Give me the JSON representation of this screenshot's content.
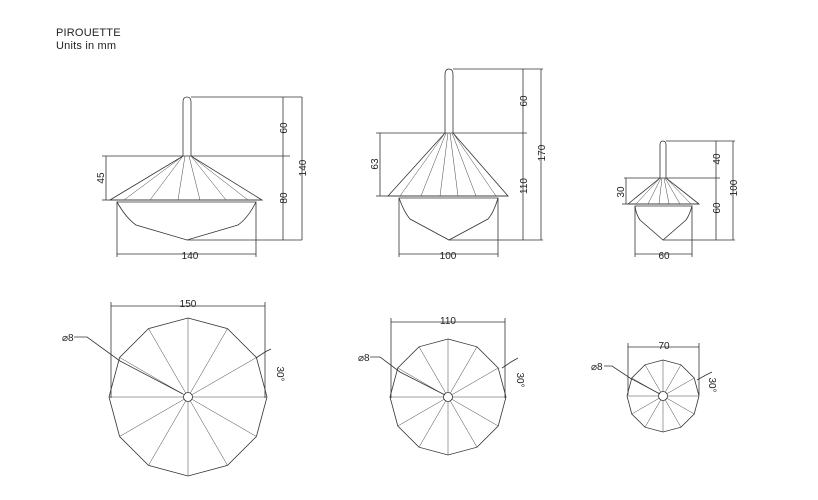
{
  "header": {
    "name": "PIROUETTE",
    "units": "Units in mm"
  },
  "tops": [
    {
      "side": {
        "stem_height": "60",
        "body_height": "80",
        "total_height": "140",
        "cone_height": "45",
        "width": "140"
      },
      "plan": {
        "diameter": "150",
        "hole": "⌀8",
        "angle": "30°"
      }
    },
    {
      "side": {
        "stem_height": "60",
        "body_height": "110",
        "total_height": "170",
        "cone_height": "63",
        "width": "100"
      },
      "plan": {
        "diameter": "110",
        "hole": "⌀8",
        "angle": "30°"
      }
    },
    {
      "side": {
        "stem_height": "40",
        "body_height": "60",
        "total_height": "100",
        "cone_height": "30",
        "width": "60"
      },
      "plan": {
        "diameter": "70",
        "hole": "⌀8",
        "angle": "30°"
      }
    }
  ]
}
